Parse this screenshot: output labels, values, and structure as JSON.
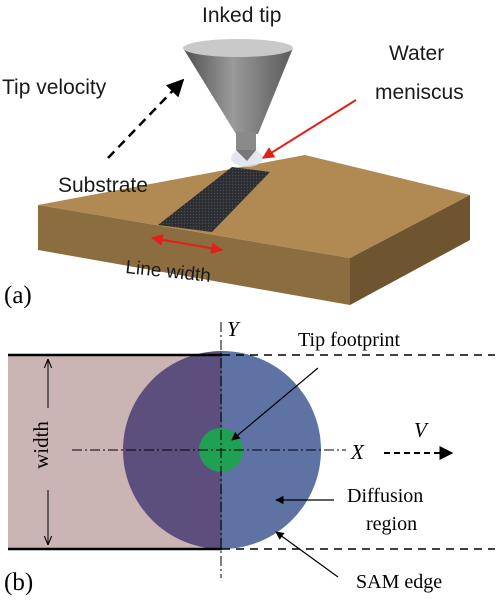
{
  "panel_a": {
    "panel_label": "(a)",
    "labels": {
      "inked_tip": "Inked tip",
      "water_meniscus_line1": "Water",
      "water_meniscus_line2": "meniscus",
      "tip_velocity": "Tip velocity",
      "substrate": "Substrate",
      "line_width": "Line width"
    },
    "colors": {
      "substrate_top": "#b08a52",
      "substrate_front": "#8c6d3f",
      "substrate_side": "#6e5530",
      "pattern": "#2d2f33",
      "tip": "#7a7a7a",
      "arrow_red": "#e0211b"
    }
  },
  "panel_b": {
    "panel_label": "(b)",
    "labels": {
      "y_axis": "Y",
      "x_axis": "X",
      "velocity": "V",
      "tip_footprint": "Tip footprint",
      "diffusion_line1": "Diffusion",
      "diffusion_line2": "region",
      "sam_edge": "SAM edge",
      "width": "width"
    },
    "colors": {
      "written_line": "#cbb4b4",
      "diffusion": "#5e72a4",
      "overlap": "#5c4f7e",
      "footprint": "#1fa052"
    }
  }
}
